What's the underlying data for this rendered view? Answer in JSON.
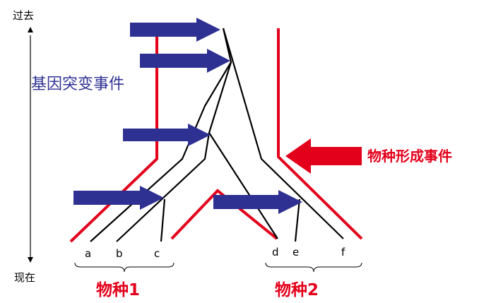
{
  "labels": {
    "past": "过去",
    "present": "现在",
    "mutation_event": "基因突变事件",
    "speciation_event": "物种形成事件",
    "species1": "物种1",
    "species2": "物种2"
  },
  "tips": [
    "a",
    "b",
    "c",
    "d",
    "e",
    "f"
  ],
  "colors": {
    "gene_tree": "#000000",
    "species_tree": "#e3001b",
    "mutation_arrow": "#2e3192",
    "speciation_arrow": "#e3001b",
    "mutation_label": "#2e3192",
    "species_label": "#e3001b"
  }
}
